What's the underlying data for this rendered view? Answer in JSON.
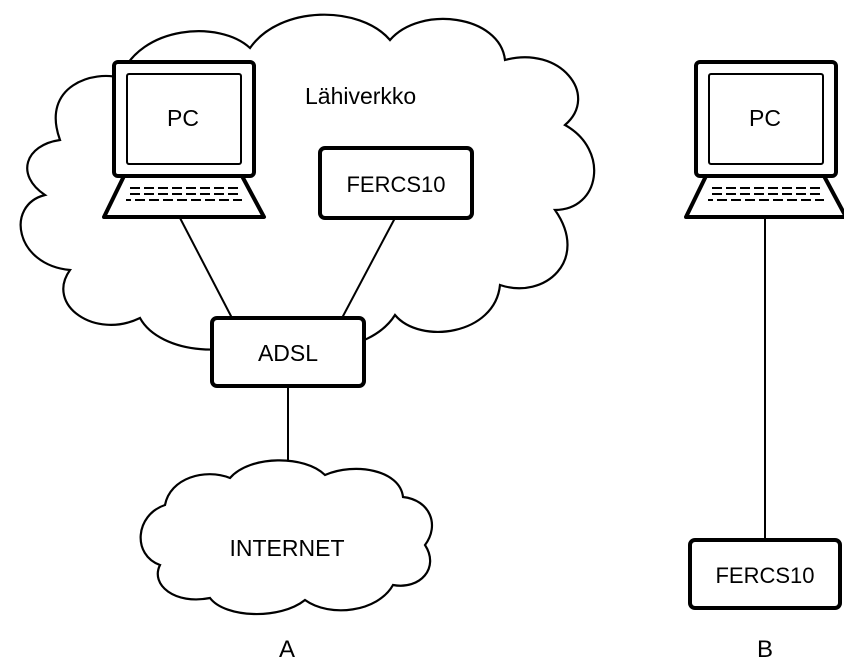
{
  "diagram_a": {
    "lan_label": "Lähiverkko",
    "pc_label": "PC",
    "device_label": "FERCS10",
    "modem_label": "ADSL",
    "internet_label": "INTERNET",
    "caption": "A"
  },
  "diagram_b": {
    "pc_label": "PC",
    "device_label": "FERCS10",
    "caption": "B"
  }
}
